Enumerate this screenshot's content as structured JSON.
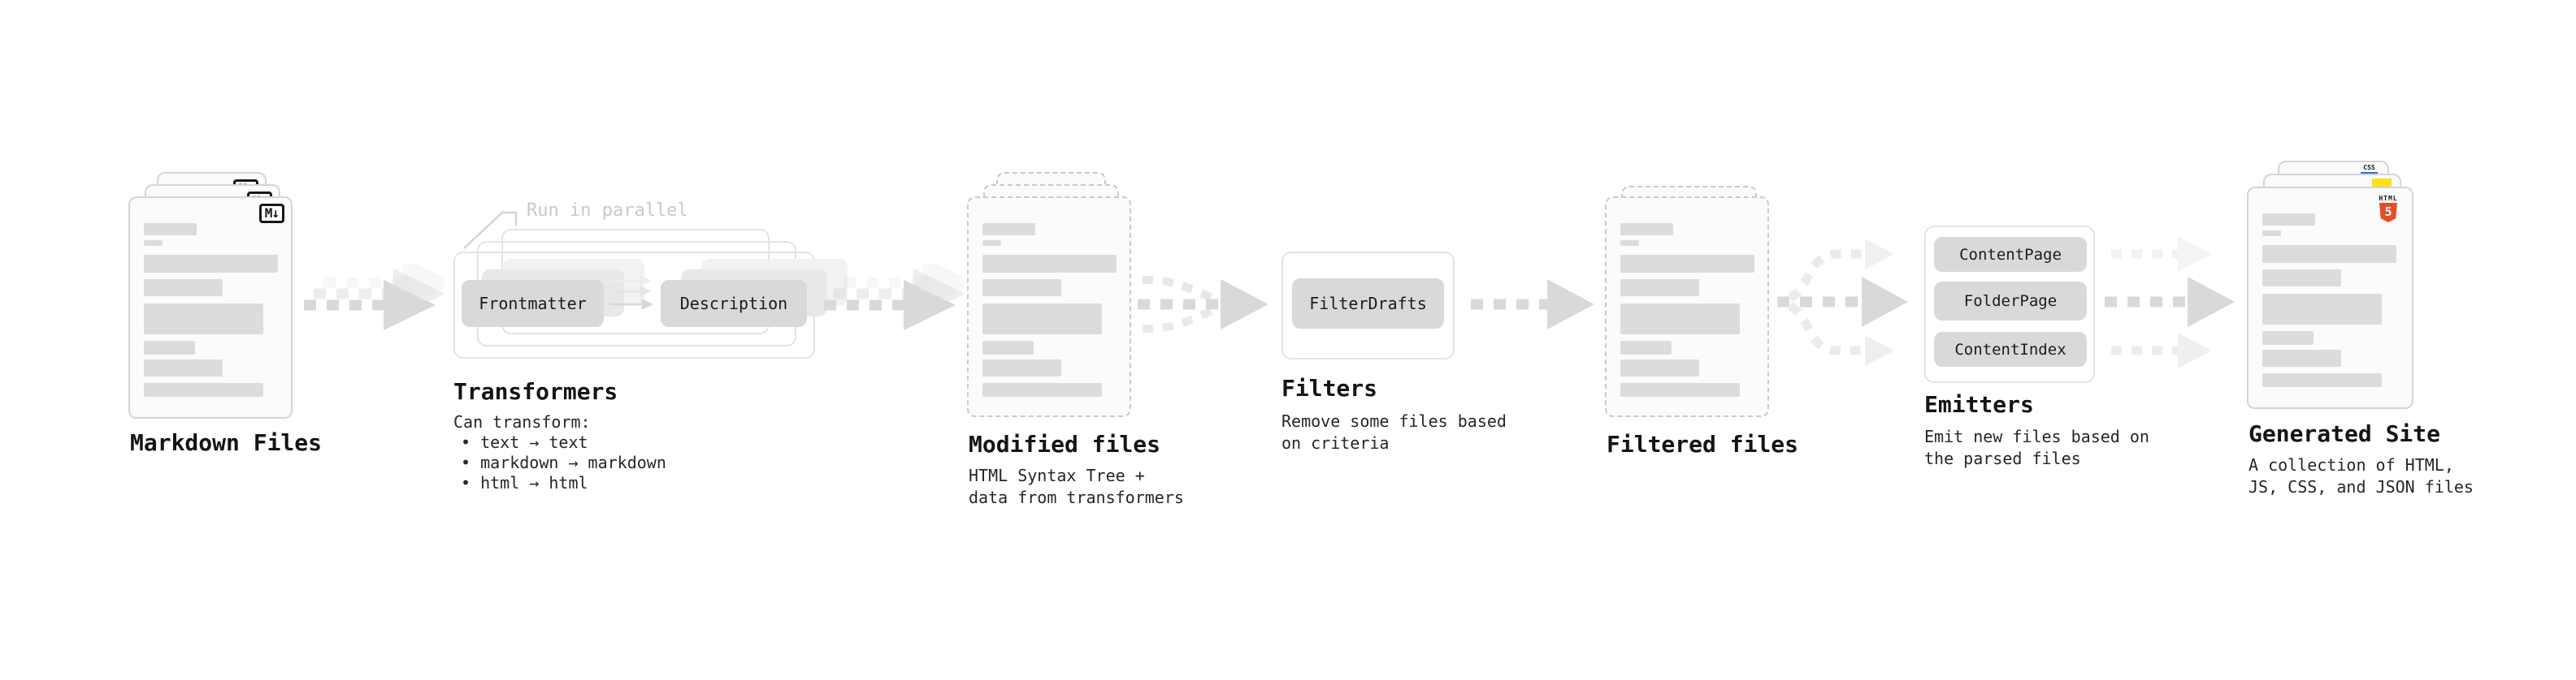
{
  "markdown_files": {
    "label": "Markdown Files",
    "badge": "M↓"
  },
  "transformers": {
    "heading": "Transformers",
    "parallel_note": "Run in parallel",
    "boxes": [
      "Frontmatter",
      "Description"
    ],
    "caption_title": "Can transform:",
    "capabilities": [
      "• text → text",
      "• markdown → markdown",
      "• html → html"
    ]
  },
  "modified_files": {
    "label": "Modified files",
    "caption_lines": [
      "HTML Syntax Tree +",
      "data from transformers"
    ]
  },
  "filters": {
    "heading": "Filters",
    "boxes": [
      "FilterDrafts"
    ],
    "caption_lines": [
      "Remove some files based",
      "on criteria"
    ]
  },
  "filtered_files": {
    "label": "Filtered files"
  },
  "emitters": {
    "heading": "Emitters",
    "boxes": [
      "ContentPage",
      "FolderPage",
      "ContentIndex"
    ],
    "caption_lines": [
      "Emit new files based on",
      "the parsed files"
    ]
  },
  "generated_site": {
    "label": "Generated Site",
    "caption_lines": [
      "A collection of HTML,",
      "JS, CSS, and JSON files"
    ],
    "badges": {
      "css_label": "CSS",
      "html_label": "HTML",
      "html5_digit": "5"
    }
  },
  "colors": {
    "arrow_gray": "#d9d9d9",
    "box_gray": "#d9d9d9",
    "html5_orange": "#e44d26",
    "js_yellow": "#ffdf1b",
    "css_blue": "#2c6fee"
  }
}
